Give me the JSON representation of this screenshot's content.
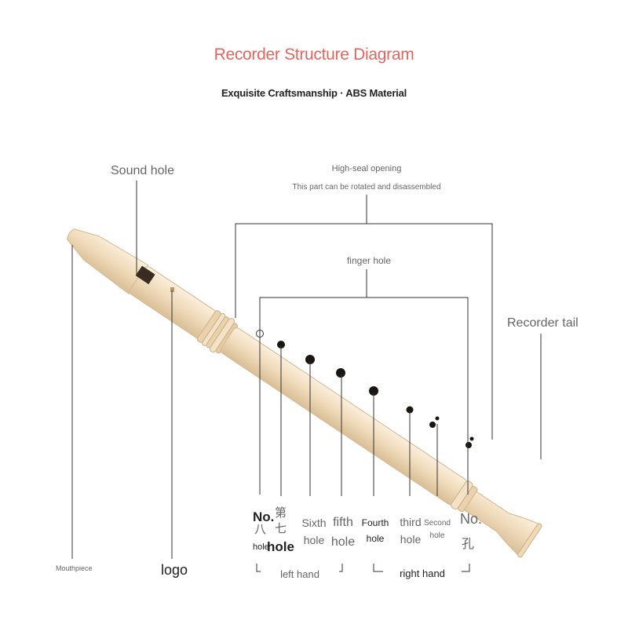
{
  "title": "Recorder Structure Diagram",
  "subtitle": "Exquisite Craftsmanship · ABS Material",
  "labels": {
    "sound_hole": "Sound hole",
    "high_seal": "High-seal opening",
    "rotate_note": "This part can be rotated and disassembled",
    "finger_hole": "finger hole",
    "recorder_tail": "Recorder tail",
    "mouthpiece": "Mouthpiece",
    "logo": "logo",
    "left_hand": "left hand",
    "right_hand": "right hand"
  },
  "holes": [
    {
      "line1": "No.",
      "line2": "八",
      "line3": "hole"
    },
    {
      "line1": "第",
      "line2": "七",
      "line3": "hole"
    },
    {
      "line1": "Sixth",
      "line2": "hole"
    },
    {
      "line1": "fifth",
      "line2": "hole"
    },
    {
      "line1": "Fourth",
      "line2": "hole"
    },
    {
      "line1": "third",
      "line2": "hole"
    },
    {
      "line1": "Second",
      "line2": "hole"
    },
    {
      "line1": "No.",
      "line2": "孔"
    }
  ],
  "colors": {
    "title": "#e0675f",
    "body": "#f1dcbc",
    "body_dark": "#d9bf97",
    "line": "#333333"
  }
}
